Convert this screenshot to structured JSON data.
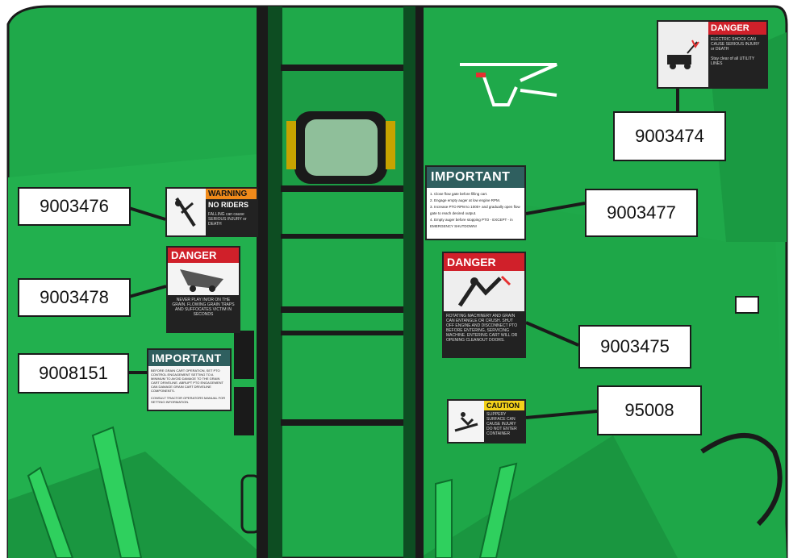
{
  "callouts": {
    "c9003474": "9003474",
    "c9003476": "9003476",
    "c9003477": "9003477",
    "c9003478": "9003478",
    "c9003475": "9003475",
    "c9008151": "9008151",
    "c95008": "95008"
  },
  "decals": {
    "d9003474": {
      "header": "DANGER",
      "body": "ELECTRIC SHOCK CAN CAUSE SERIOUS INJURY or DEATH",
      "note": "Stay clear of all UTILITY LINES"
    },
    "d9003476": {
      "header": "WARNING",
      "title": "NO RIDERS",
      "body": "FALLING can cause SERIOUS INJURY or DEATH"
    },
    "d9003477": {
      "header": "IMPORTANT",
      "lines": [
        "1. Close flow gate before filling cart.",
        "2. Engage empty auger at low engine RPM.",
        "3. Increase PTO RPM to 1000+ and gradually open flow gate to reach desired output.",
        "4. Empty auger before stopping PTO - EXCEPT - in EMERGENCY SHUTDOWN!"
      ]
    },
    "d9003478": {
      "header": "DANGER",
      "body": "NEVER PLAY IN/OR ON THE GRAIN. FLOWING GRAIN TRAPS AND SUFFOCATES VICTIM IN SECONDS"
    },
    "d9003475": {
      "header": "DANGER",
      "body": "ROTATING MACHINERY AND GRAIN CAN ENTANGLE OR CRUSH. SHUT OFF ENGINE AND DISCONNECT PTO BEFORE ENTERING, SERVICING MACHINE. ENTERING CART WILL OR OPENING CLEANOUT DOORS."
    },
    "d9008151": {
      "header": "IMPORTANT",
      "body": "BEFORE GRAIN CART OPERATION, SET PTO CONTROL ENGAGEMENT SETTING TO A MINIMUM TO AVOID DAMAGE TO THE GRAIN CART DRIVELINE. ABRUPT PTO ENGAGEMENT CAN DAMAGE GRAIN CART DRIVELINE COMPONENTS.",
      "note": "CONSULT TRACTOR OPERATORS MANUAL FOR SETTING INFORMATION."
    },
    "d95008": {
      "header": "CAUTION",
      "body": "SLIPPERY SURFACE CAN CAUSE INJURY DO NOT ENTER CONTAINER"
    }
  },
  "colors": {
    "green": "#1fa94a",
    "dark_green": "#137a35",
    "frame": "#1a1a1a"
  }
}
